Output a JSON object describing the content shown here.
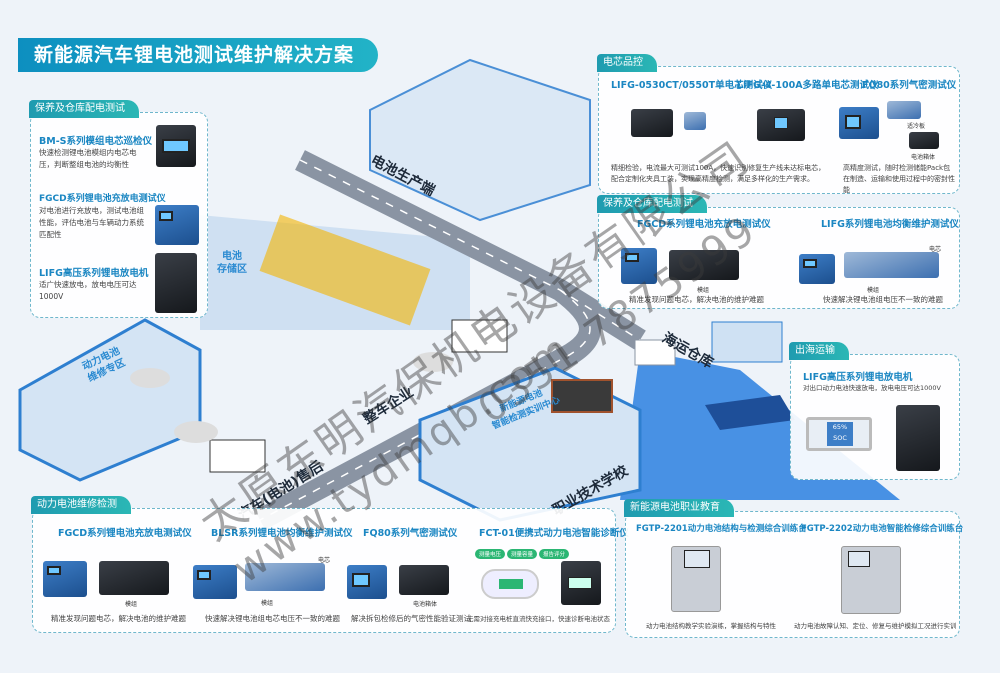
{
  "title": "新能源汽车锂电池测试维护解决方案",
  "scene": {
    "zones": [
      "电池生产端",
      "整车企业",
      "汽车(电池)售后",
      "职业技术学校",
      "海运仓库"
    ],
    "areas": {
      "storage": "电池\n存储区",
      "repair": "动力电池\n维修专区",
      "training": "新能源电池\n智能检测实训中心"
    },
    "soc": "65%\nSOC"
  },
  "watermark": {
    "company": "太原东明汽保机电设备有限公司",
    "site": "www.tydmqb.com",
    "phone": "0351 7875999"
  },
  "panels": {
    "left": {
      "tag": "保养及仓库配电测试",
      "items": [
        {
          "name": "BM-S系列模组电芯巡检仪",
          "desc": "快速检测锂电池模组内电芯电压，判断整组电池的均衡性"
        },
        {
          "name": "FGCD系列锂电池充放电测试仪",
          "desc": "对电池进行充放电，测试电池组性能，评估电池与车辆动力系统匹配性"
        },
        {
          "name": "LIFG高压系列锂电放电机",
          "desc": "适广快速放电，放电电压可达1000V"
        }
      ]
    },
    "cell": {
      "tag": "电芯品控",
      "items": [
        {
          "name": "LIFG-0530CT/0550T单电芯测试仪"
        },
        {
          "name": "LIFG-4-100A多路单电芯测试仪"
        },
        {
          "name": "FQ80系列气密测试仪",
          "labels": [
            "适冷板",
            "电池箱体"
          ]
        }
      ],
      "desc1": "精细检验，电流最大可测试100A，快速识别修复生产线未达标电芯，配合定制化夹具工装，实现高精度检测，满足多样化的生产需求。",
      "desc2": "高精度测试，随时检测储能Pack包在制造、运输和使用过程中的密封性能"
    },
    "right": {
      "tag": "保养及仓库配电测试",
      "items": [
        {
          "name": "FGCD系列锂电池充放电测试仪",
          "desc": "精准发现问题电芯，解决电池的维护难题",
          "label": "模组"
        },
        {
          "name": "LIFG系列锂电池均衡维护测试仪",
          "desc": "快速解决锂电池组电压不一致的难题",
          "label": "模组",
          "label2": "电芯"
        }
      ]
    },
    "ship": {
      "tag": "出海运输",
      "name": "LIFG高压系列锂电放电机",
      "desc": "对出口动力电池快速放电，放电电压可达1000V"
    },
    "repair": {
      "tag": "动力电池维修检测",
      "items": [
        {
          "name": "FGCD系列锂电池充放电测试仪",
          "desc": "精准发现问题电芯，解决电池的维护难题",
          "label": "模组"
        },
        {
          "name": "BLSR系列锂电池均衡维护测试仪",
          "desc": "快速解决锂电池组电芯电压不一致的难题",
          "label": "模组",
          "label2": "电芯"
        },
        {
          "name": "FQ80系列气密测试仪",
          "desc": "解决拆包检修后的气密性能验证测试",
          "label": "电池箱体"
        },
        {
          "name": "FCT-01便携式动力电池智能诊断仪",
          "desc": "无需对接充电桩直流快充接口，快速诊断电池状态",
          "chips": [
            "测量电压",
            "测量容量",
            "报告评分"
          ]
        }
      ]
    },
    "edu": {
      "tag": "新能源电池职业教育",
      "items": [
        {
          "name": "FGTP-2201动力电池结构与检测综合训练台",
          "desc": "动力电池结构教学实验演练，掌握结构与特性"
        },
        {
          "name": "FGTP-2202动力电池智能检修综合训练台",
          "desc": "动力电池故障认知、定位、修复与维护模拟工况进行实训"
        }
      ]
    }
  },
  "colors": {
    "accent": "#1a86c2",
    "tag": "#1f9bb0",
    "road": "#8a94a3",
    "water": "#2a7fe0"
  }
}
